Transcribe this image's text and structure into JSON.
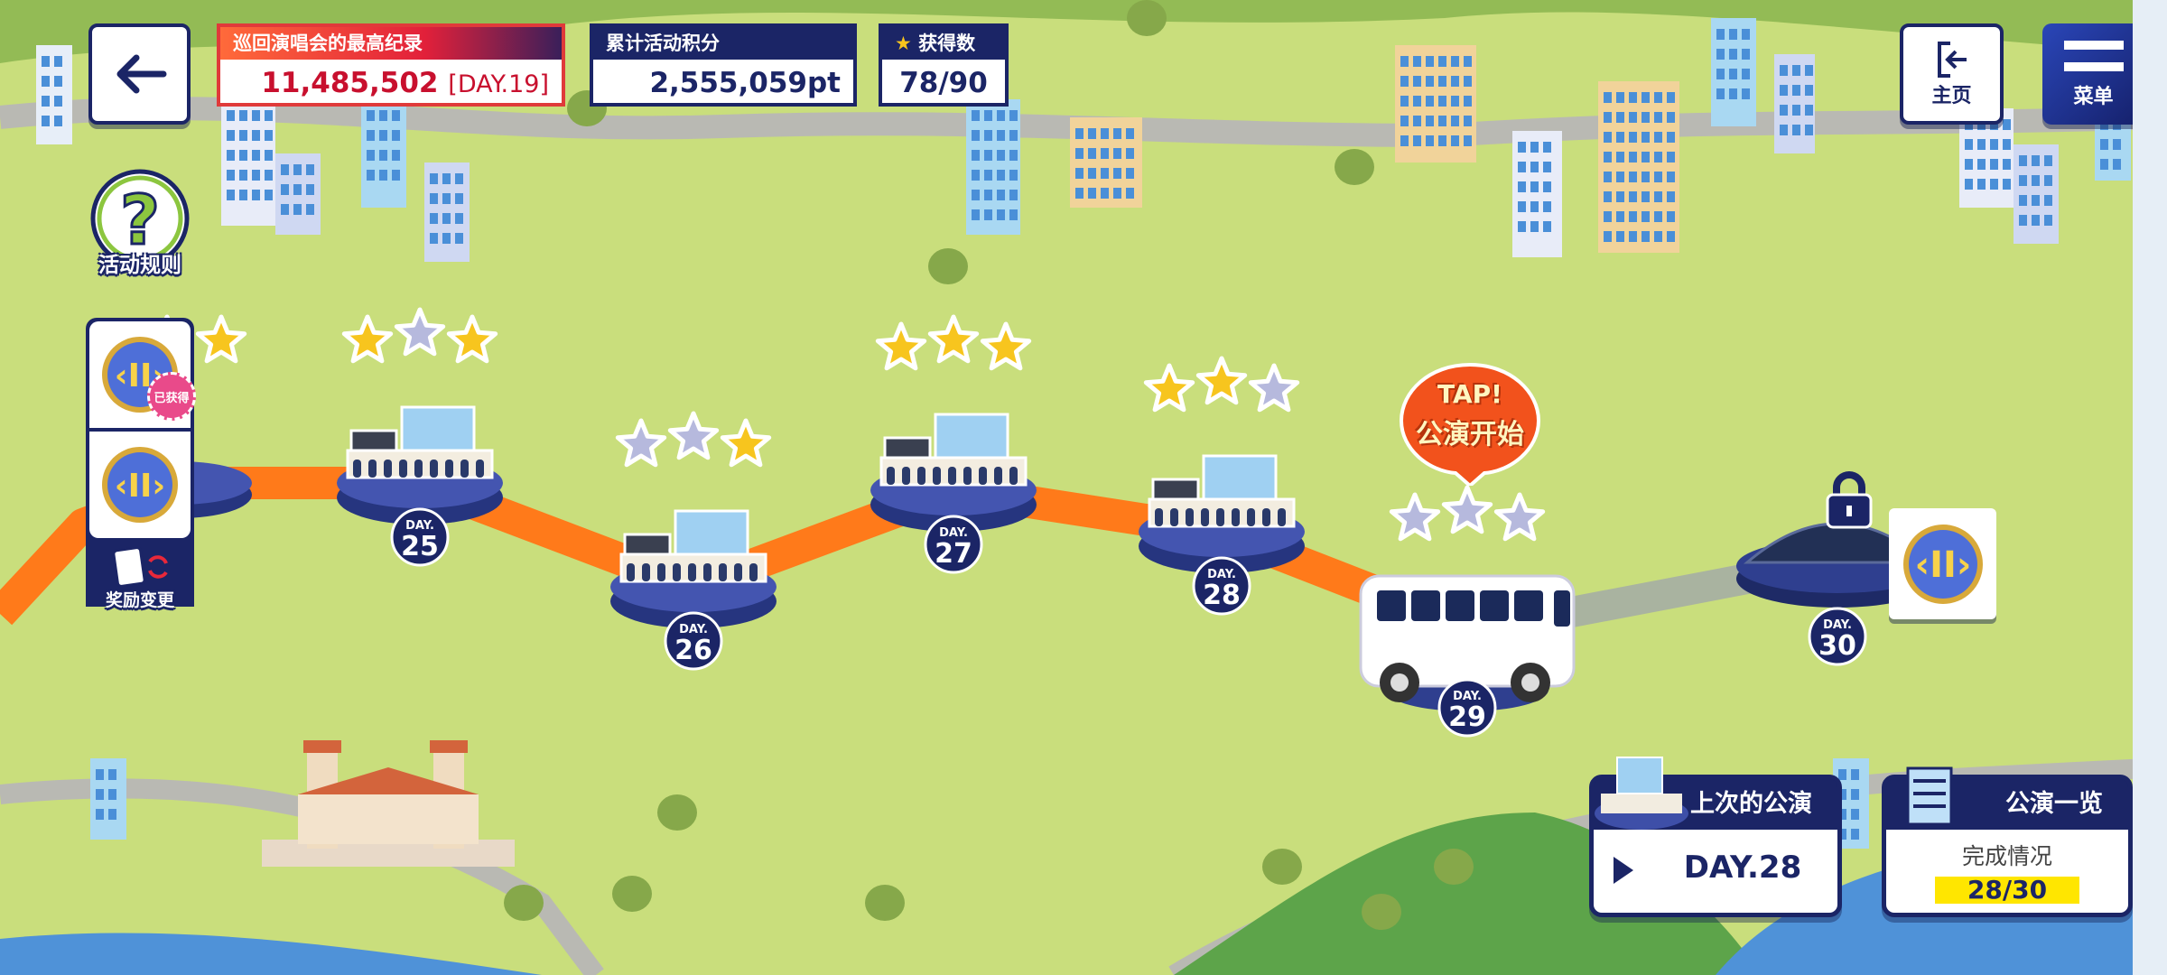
{
  "header": {
    "back_icon": "arrow-left-icon",
    "record": {
      "label": "巡回演唱会的最高纪录",
      "value": "11,485,502",
      "day": "[DAY.19]"
    },
    "points": {
      "label": "累计活动积分",
      "value": "2,555,059pt"
    },
    "stars": {
      "icon": "star-icon",
      "label": "获得数",
      "value": "78/90"
    }
  },
  "help": {
    "icon": "question-mark-icon",
    "label": "活动规则"
  },
  "rewards": {
    "items": [
      {
        "icon": "live-ticket-icon",
        "stamp": "已获得"
      },
      {
        "icon": "live-ticket-icon"
      }
    ],
    "change_label": "奖励变更"
  },
  "nav": {
    "home_label": "主页",
    "menu_label": "菜单"
  },
  "stages": [
    {
      "day_prefix": "DAY.",
      "day": "25",
      "stars": [
        1,
        0,
        1
      ],
      "state": "cleared"
    },
    {
      "day_prefix": "DAY.",
      "day": "26",
      "stars": [
        0,
        0,
        1
      ],
      "state": "cleared"
    },
    {
      "day_prefix": "DAY.",
      "day": "27",
      "stars": [
        1,
        1,
        1
      ],
      "state": "cleared"
    },
    {
      "day_prefix": "DAY.",
      "day": "28",
      "stars": [
        1,
        1,
        0
      ],
      "state": "cleared"
    },
    {
      "day_prefix": "DAY.",
      "day": "29",
      "stars": [
        0,
        0,
        0
      ],
      "state": "current"
    },
    {
      "day_prefix": "DAY.",
      "day": "30",
      "state": "locked"
    }
  ],
  "partial_stage_stars": [
    1,
    1
  ],
  "tap_bubble": {
    "line1": "TAP!",
    "line2": "公演开始"
  },
  "last_performance": {
    "title": "上次的公演",
    "value": "DAY.28"
  },
  "performance_list": {
    "title": "公演一览",
    "subtitle": "完成情况",
    "progress": "28/30"
  },
  "colors": {
    "navy": "#1b2566",
    "route": "#ff7a1a",
    "record_red": "#c8102e",
    "star_gold": "#f7c51e",
    "star_silver": "#b6b9dd",
    "highlight": "#ffe600"
  }
}
